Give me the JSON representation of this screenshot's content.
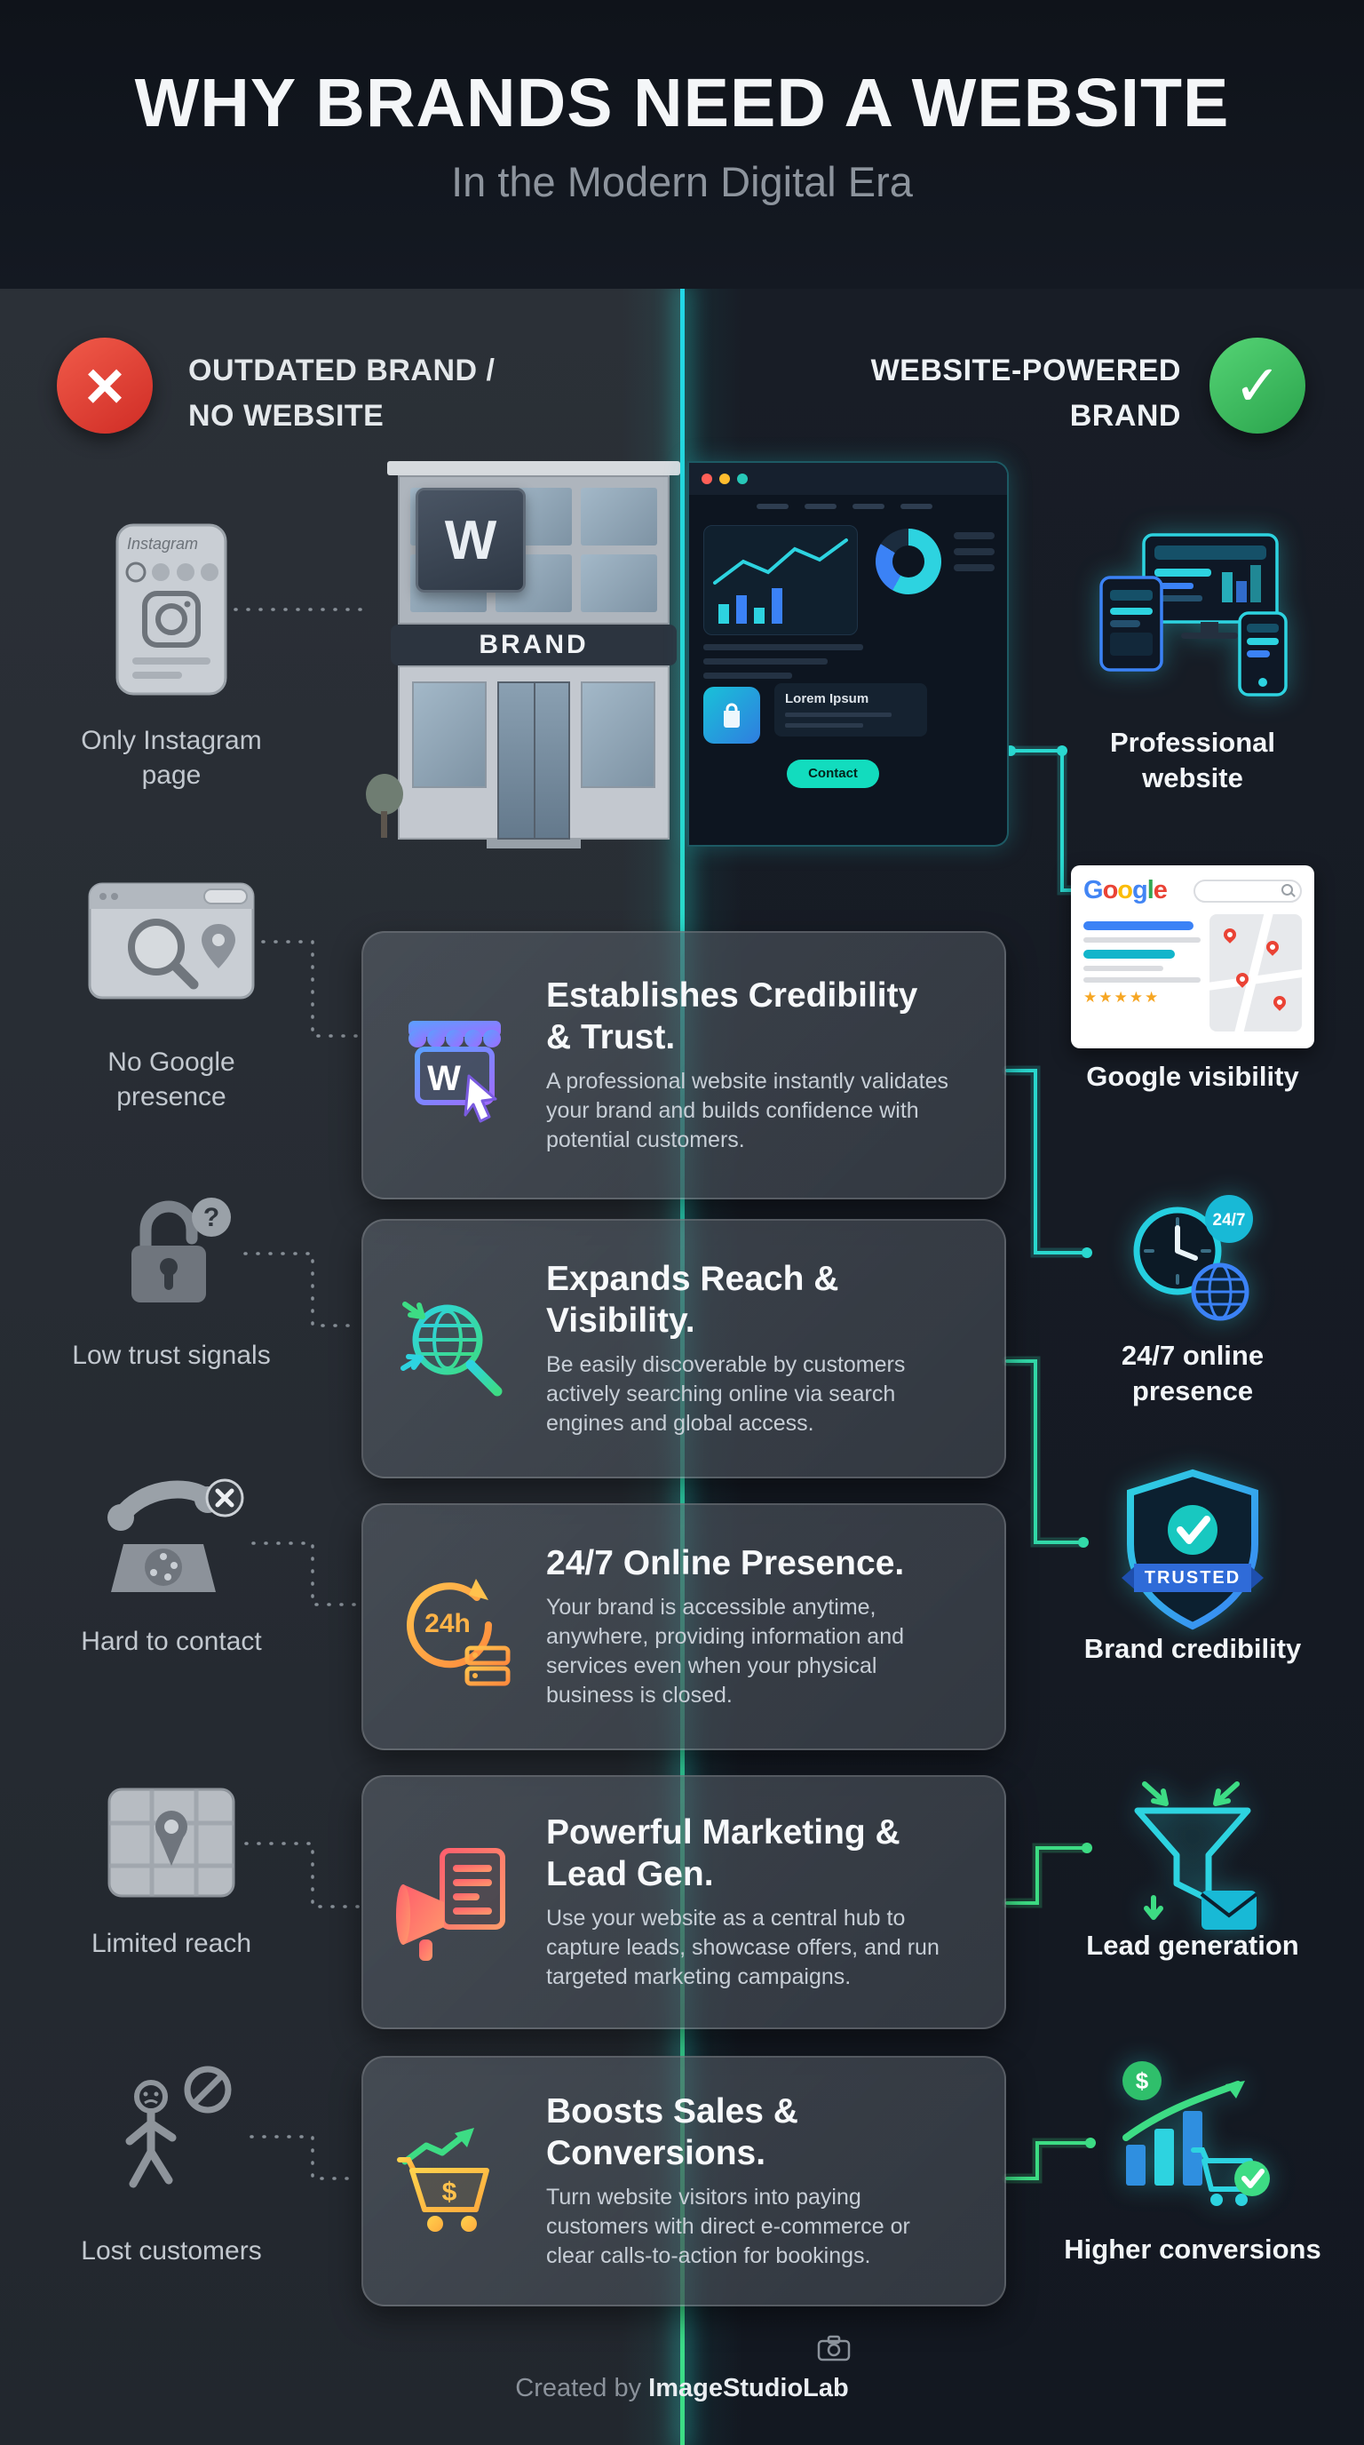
{
  "page": {
    "title": "WHY BRANDS NEED A WEBSITE",
    "subtitle": "In the Modern Digital Era"
  },
  "symbols": {
    "x_mark": "×",
    "check_mark": "✓",
    "question_mark": "?",
    "dollar": "$"
  },
  "left_column": {
    "heading_line1": "OUTDATED BRAND /",
    "heading_line2": "NO WEBSITE",
    "instagram_label": "Instagram",
    "items": [
      {
        "label": "Only Instagram page"
      },
      {
        "label": "No Google presence"
      },
      {
        "label": "Low trust signals"
      },
      {
        "label": "Hard to contact"
      },
      {
        "label": "Limited reach"
      },
      {
        "label": "Lost customers"
      }
    ]
  },
  "right_column": {
    "heading_line1": "WEBSITE-POWERED",
    "heading_line2": "BRAND",
    "badge_247": "24/7",
    "trusted_label": "TRUSTED",
    "items": [
      {
        "label": "Professional website"
      },
      {
        "label": "Google visibility"
      },
      {
        "label": "24/7 online presence"
      },
      {
        "label": "Brand credibility"
      },
      {
        "label": "Lead generation"
      },
      {
        "label": "Higher conversions"
      }
    ]
  },
  "google_card": {
    "letters": [
      "G",
      "o",
      "o",
      "g",
      "l",
      "e"
    ],
    "stars": "★★★★★"
  },
  "illustration": {
    "sign_letter": "W",
    "awning_text": "BRAND",
    "mock_heading": "Lorem Ipsum",
    "mock_button": "Contact"
  },
  "card_icons": {
    "store_letter": "W",
    "clock_label": "24h"
  },
  "cards": [
    {
      "title": "Establishes Credibility & Trust.",
      "body": "A professional website instantly validates your brand and builds confidence with potential customers."
    },
    {
      "title": "Expands Reach & Visibility.",
      "body": "Be easily discoverable by customers actively searching online via search engines and global access."
    },
    {
      "title": "24/7 Online Presence.",
      "body": "Your brand is accessible anytime, anywhere, providing information and services even when your physical business is closed."
    },
    {
      "title": "Powerful Marketing & Lead Gen.",
      "body": "Use your website as a central hub to capture leads, showcase offers, and run targeted marketing campaigns."
    },
    {
      "title": "Boosts Sales & Conversions.",
      "body": "Turn website visitors into paying customers with direct e-commerce or clear calls-to-action for bookings."
    }
  ],
  "footer": {
    "created_by": "Created by",
    "brand": "ImageStudioLab"
  },
  "colors": {
    "divider_top": "#22d6e6",
    "divider_bottom": "#3ddc84",
    "negative_red": "#e03c34",
    "positive_green": "#3cc45f",
    "accent_teal": "#2dd3e0",
    "accent_blue": "#3b82f6",
    "accent_green": "#3ddc84",
    "google_blue": "#4285F4",
    "google_red": "#EA4335",
    "google_yellow": "#FBBC05",
    "google_green": "#34A853"
  }
}
